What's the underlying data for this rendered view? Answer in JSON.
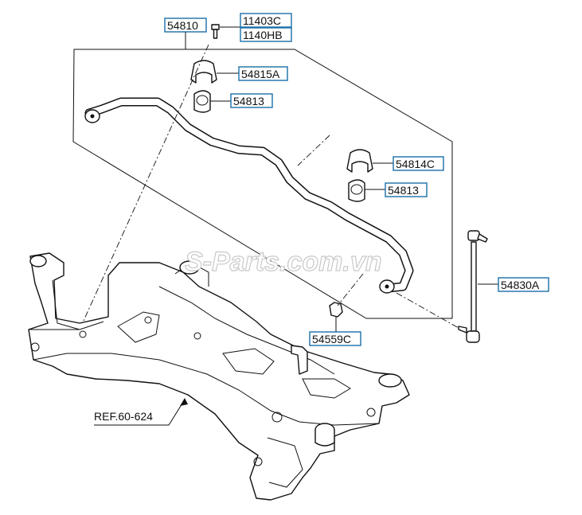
{
  "callouts": {
    "c54810": "54810",
    "c11403c": "11403C",
    "c1140hb": "1140HB",
    "c54815a": "54815A",
    "c54813_top": "54813",
    "c54814c": "54814C",
    "c54813_bottom": "54813",
    "c54830a": "54830A",
    "c54559c": "54559C"
  },
  "reference": {
    "label": "REF.60-624"
  },
  "watermark": {
    "text": "S-Parts.com.vn"
  }
}
